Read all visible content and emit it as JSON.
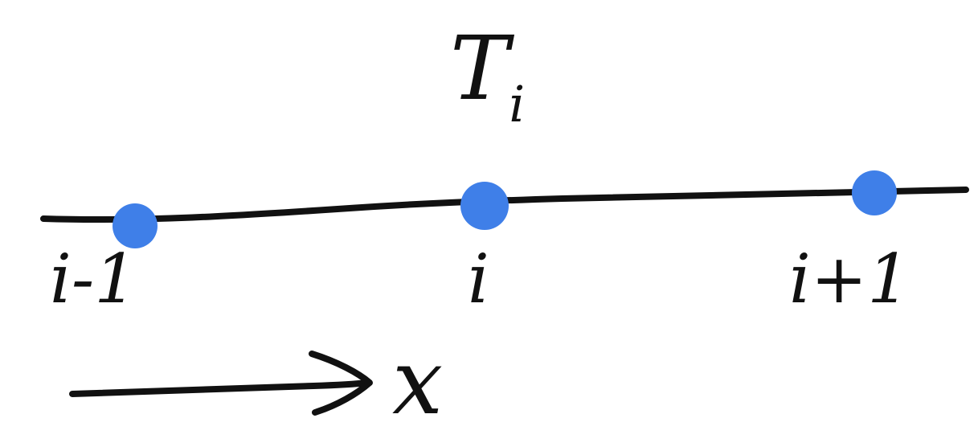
{
  "title": {
    "base": "T",
    "subscript": "i"
  },
  "axis": {
    "label": "x"
  },
  "nodes": [
    {
      "label": "i-1"
    },
    {
      "label": "i"
    },
    {
      "label": "i+1"
    }
  ],
  "colors": {
    "node_fill": "#3f7fe8",
    "ink": "#111111"
  }
}
